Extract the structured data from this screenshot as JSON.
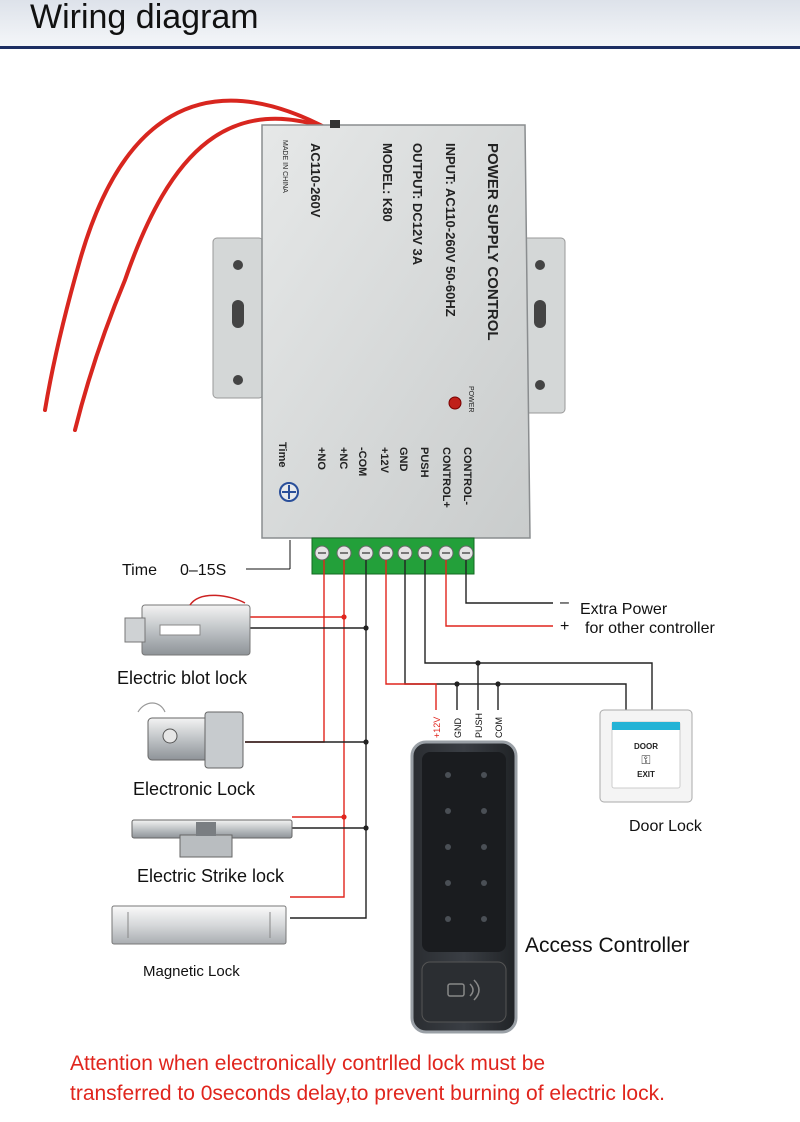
{
  "header": {
    "title": "Wiring diagram"
  },
  "power_supply": {
    "title": "POWER SUPPLY CONTROL",
    "input": "INPUT: AC110-260V 50-60HZ",
    "output": "OUTPUT: DC12V 3A",
    "model": "MODEL: K80",
    "ac": "AC110-260V",
    "made_in": "MADE IN CHINA",
    "power_indicator": "POWER",
    "time_knob": "Time",
    "terminals": [
      "CONTROL-",
      "CONTROL+",
      "PUSH",
      "GND",
      "+12V",
      "-COM",
      "+NC",
      "+NO"
    ]
  },
  "labels": {
    "time_delay": "Time",
    "time_range": "0–15S",
    "extra_power_minus": "–",
    "extra_power_plus": "+",
    "extra_power": "Extra Power",
    "extra_power_2": "for other controller",
    "electric_bolt_lock": "Electric blot lock",
    "electronic_lock": "Electronic Lock",
    "electric_strike_lock": "Electric Strike lock",
    "magnetic_lock": "Magnetic Lock",
    "door_lock": "Door Lock",
    "access_controller": "Access Controller"
  },
  "exit_button": {
    "line1": "DOOR",
    "line2": "EXIT"
  },
  "controller_wires": [
    "+12V",
    "GND",
    "PUSH",
    "COM"
  ],
  "attention": {
    "line1": "Attention when electronically contrlled lock must be",
    "line2": "transferred to 0seconds delay,to prevent burning of electric lock."
  },
  "colors": {
    "positive_wire": "#e0251d",
    "negative_wire": "#222222",
    "header_bar": "#1d2f63",
    "terminal_block": "#23a03a"
  }
}
